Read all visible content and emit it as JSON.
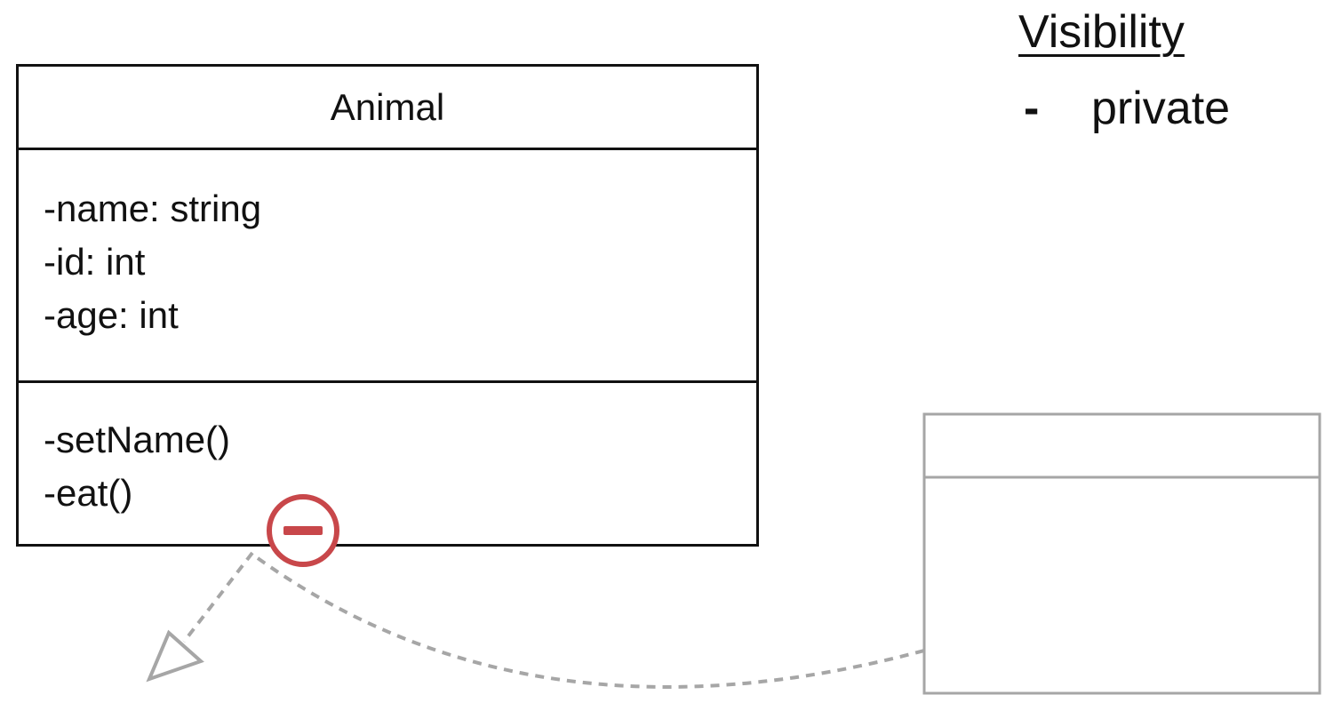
{
  "legend": {
    "title": "Visibility",
    "items": [
      {
        "symbol": "-",
        "label": "private"
      }
    ]
  },
  "uml_class": {
    "name": "Animal",
    "attributes": [
      "-name: string",
      "-id: int",
      "-age: int"
    ],
    "operations": [
      "-setName()",
      "-eat()"
    ]
  },
  "colors": {
    "highlight": "#c8474a",
    "faded": "#a6a6a6",
    "ink": "#111111"
  }
}
